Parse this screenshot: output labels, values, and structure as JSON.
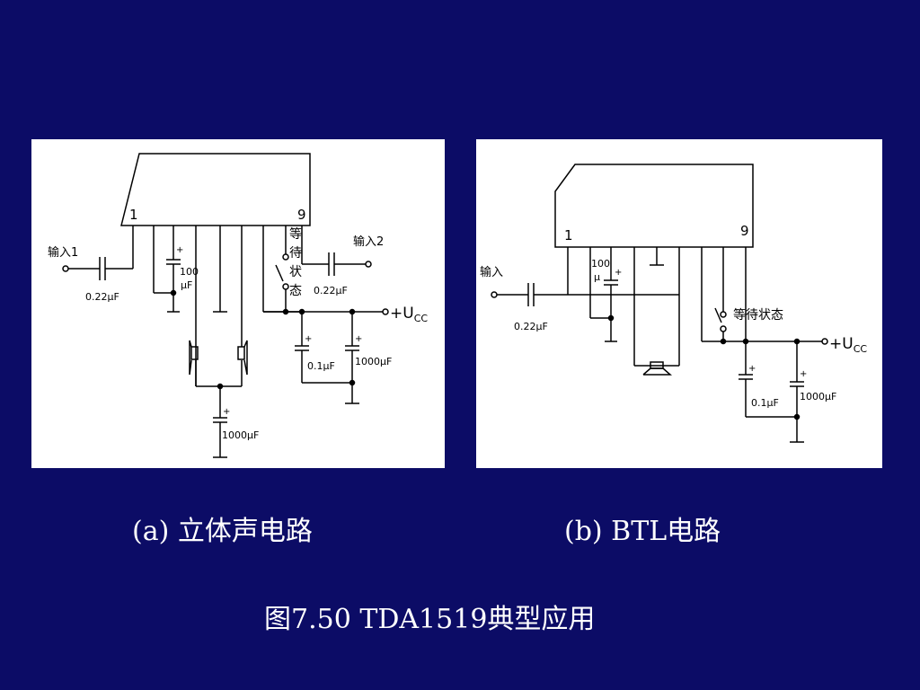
{
  "slide": {
    "background": "#0c0c66",
    "text_color": "#ffffff"
  },
  "circuit_a": {
    "pin_left": "1",
    "pin_right": "9",
    "input1_label": "输入1",
    "input2_label": "输入2",
    "standby_chars": [
      "等",
      "待",
      "状",
      "态"
    ],
    "cap_input1": "0.22μF",
    "cap_input2": "0.22μF",
    "cap_100_top": "100",
    "cap_100_bottom": "μF",
    "cap_small": "0.1μF",
    "cap_large": "1000μF",
    "cap_speaker": "1000μF",
    "supply_plus": "+U",
    "supply_sub": "CC"
  },
  "circuit_b": {
    "pin_left": "1",
    "pin_right": "9",
    "input_label": "输入",
    "standby_label": "等待状态",
    "cap_input": "0.22μF",
    "cap_100_top": "100",
    "cap_100_bottom": "μ",
    "cap_small": "0.1μF",
    "cap_large": "1000μF",
    "supply_plus": "+U",
    "supply_sub": "CC"
  },
  "captions": {
    "a": "(a) 立体声电路",
    "b": "(b)    BTL电路",
    "figure_title": "图7.50  TDA1519典型应用"
  }
}
